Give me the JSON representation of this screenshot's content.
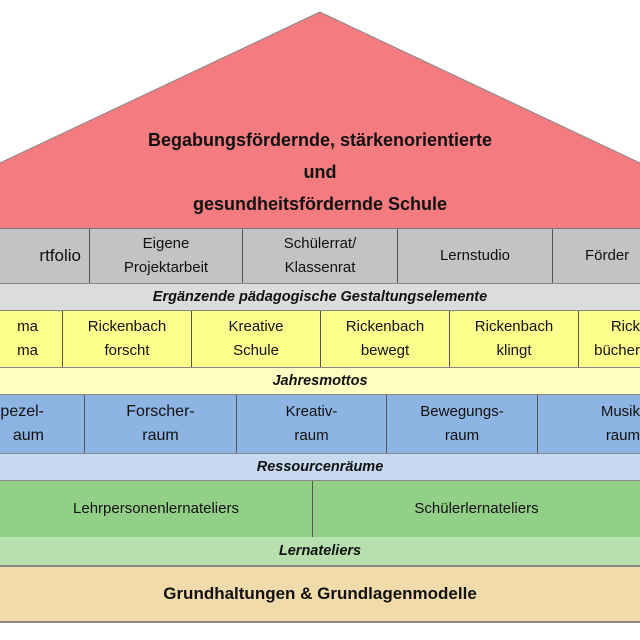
{
  "roof": {
    "lines": [
      "Begabungsfördernde, stärkenorientierte",
      "und",
      "gesundheitsfördernde Schule"
    ],
    "color": "#f47b7f"
  },
  "gray_row": {
    "cells": [
      [
        "rtfolio"
      ],
      [
        "Eigene",
        "Projektarbeit"
      ],
      [
        "Schülerrat/",
        "Klassenrat"
      ],
      [
        "Lernstudio"
      ],
      [
        "Förder"
      ]
    ]
  },
  "gray_band": "Ergänzende pädagogische Gestaltungselemente",
  "yellow_row": {
    "cells": [
      [
        "ma",
        "ma"
      ],
      [
        "Rickenbach",
        "forscht"
      ],
      [
        "Kreative",
        "Schule"
      ],
      [
        "Rickenbach",
        "bewegt"
      ],
      [
        "Rickenbach",
        "klingt"
      ],
      [
        "Rick",
        "bücher"
      ]
    ]
  },
  "yellow_band": "Jahresmottos",
  "blue_row": {
    "cells": [
      [
        "pezel-",
        "aum"
      ],
      [
        "Forscher-",
        "raum"
      ],
      [
        "Kreativ-",
        "raum"
      ],
      [
        "Bewegungs-",
        "raum"
      ],
      [
        "Musik",
        "raum"
      ]
    ]
  },
  "blue_band": "Ressourcenräume",
  "green_row": {
    "cells": [
      "Lehrpersonenlernateliers",
      "Schülerlernateliers"
    ]
  },
  "green_band": "Lernateliers",
  "base": "Grundhaltungen & Grundlagenmodelle"
}
